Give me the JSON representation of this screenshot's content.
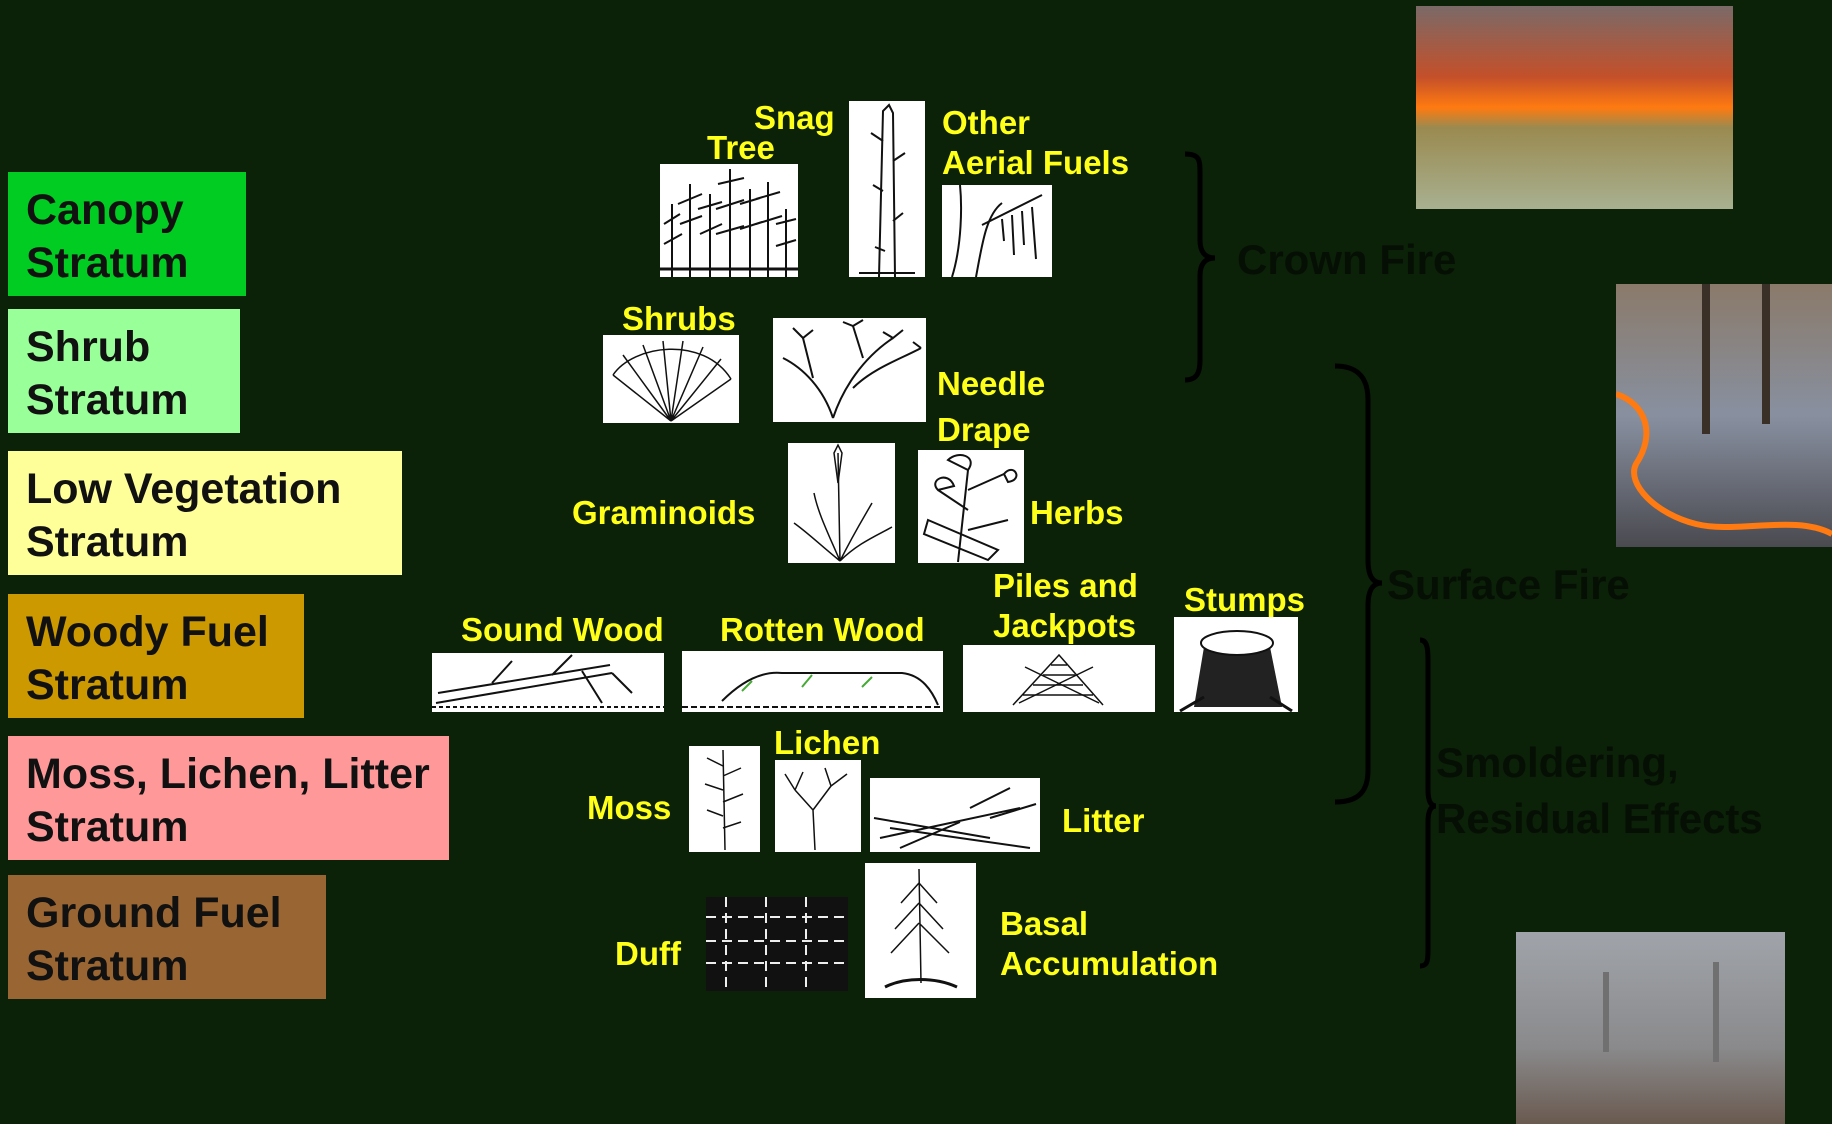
{
  "strata": [
    {
      "lines": [
        "Canopy",
        "Stratum"
      ],
      "color": "#00cc22"
    },
    {
      "lines": [
        "Shrub",
        "Stratum"
      ],
      "color": "#99ff99"
    },
    {
      "lines": [
        "Low Vegetation",
        "Stratum"
      ],
      "color": "#ffff99"
    },
    {
      "lines": [
        "Woody Fuel",
        "Stratum"
      ],
      "color": "#cc9900"
    },
    {
      "lines": [
        "Moss, Lichen, Litter",
        "Stratum"
      ],
      "color": "#ff9999"
    },
    {
      "lines": [
        "Ground Fuel",
        "Stratum"
      ],
      "color": "#996633"
    }
  ],
  "fuels": {
    "snag": "Snag",
    "tree": "Tree",
    "other_aerial": [
      "Other",
      "Aerial Fuels"
    ],
    "shrubs": "Shrubs",
    "needle_drape": [
      "Needle",
      "Drape"
    ],
    "graminoids": "Graminoids",
    "herbs": "Herbs",
    "sound_wood": "Sound Wood",
    "rotten_wood": "Rotten Wood",
    "piles": [
      "Piles and",
      "Jackpots"
    ],
    "stumps": "Stumps",
    "lichen": "Lichen",
    "moss": "Moss",
    "litter": "Litter",
    "duff": "Duff",
    "basal": [
      "Basal",
      "Accumulation"
    ]
  },
  "fire_types": {
    "crown": "Crown Fire",
    "surface": "Surface Fire",
    "smoldering": [
      "Smoldering,",
      "Residual Effects"
    ]
  },
  "icons": [
    "tree-sketch",
    "snag-sketch",
    "aerial-fuels-sketch",
    "shrub-sketch",
    "needle-drape-sketch",
    "graminoid-sketch",
    "herb-sketch",
    "sound-wood-sketch",
    "rotten-wood-sketch",
    "pile-sketch",
    "stump-sketch",
    "moss-sketch",
    "lichen-sketch",
    "litter-sketch",
    "duff-sketch",
    "basal-sketch"
  ],
  "colors": {
    "background": "#0b2108",
    "label_yellow": "#ffff19",
    "bracket": "#000000"
  }
}
